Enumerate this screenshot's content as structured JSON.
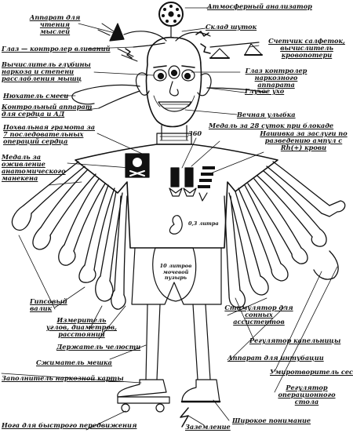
{
  "labels": {
    "thought_reader": "Аппарат для чтения мыслей",
    "atmos_analyzer": "Атмосферный анализатор",
    "joke_store": "Склад шуток",
    "eye_control": "Глаз — контролер вливаний",
    "napkin_counter": "Счетчик салфеток, вычислитель кровопотери",
    "depth_calc": "Вычислитель глубины наркоза и степени расслабления мышц",
    "narcosis_eye": "Глаз контролер наркозного аппарата",
    "mix_sniffer": "Нюхатель смеси",
    "deaf_ear": "Глухое ухо",
    "hr_bp_control": "Контрольный аппарат для сердца и АД",
    "eternal_smile": "Вечная улыбка",
    "praise_cert": "Похвальная грамота за 7 последовательных операций сердца",
    "medal_28": "Медаль за 28 суток при блокаде",
    "stripe_rh": "Нашивка за заслуги по разведению ампул с Rh(+) крови",
    "dummy_medal": "Медаль за оживление анатомического манекена",
    "gypsum_pad": "Гипсовый валик",
    "angle_meter": "Измеритель углов, диаметров, расстояний",
    "jaw_holder": "Держатель челюсти",
    "bag_squeezer": "Сжиматель мешка",
    "card_filler": "Заполнитель наркозной карты",
    "fast_leg": "Нога для быстрого передвижения",
    "grounding": "Заземление",
    "wide_understand": "Широкое понимание",
    "stimulator": "Стимулятор для сонных ассистентов",
    "drip_regulator": "Регулятор капельницы",
    "intubation_device": "Аппарат для интубации",
    "sister_pacifier": "Умиротворитель сестер",
    "table_regulator": "Регулятор операционного стола",
    "neck_number": "360",
    "stomach_vol": "0,3 литра",
    "bladder_text": "10 литров мочевой пузырь"
  }
}
